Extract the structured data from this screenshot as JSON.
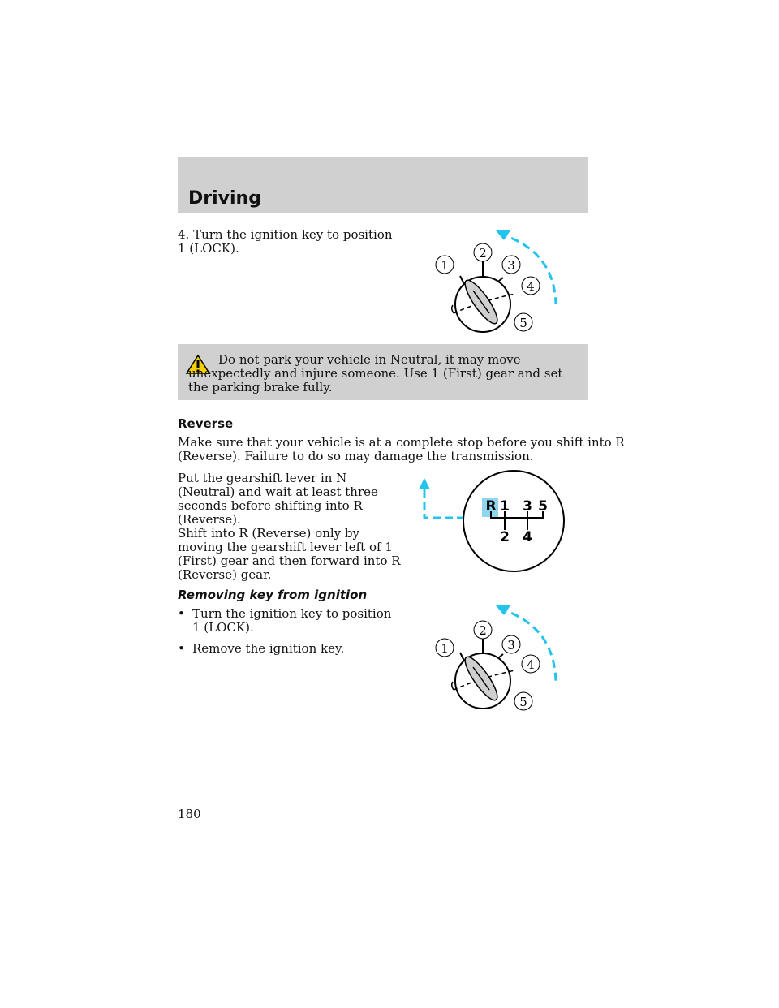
{
  "header": {
    "title": "Driving"
  },
  "step4": {
    "text_line1": "4. Turn the ignition key to position",
    "text_line2": "1 (LOCK)."
  },
  "ignition_diagram": {
    "positions": [
      "1",
      "2",
      "3",
      "4",
      "5"
    ]
  },
  "warning": {
    "icon": "warning-triangle-icon",
    "text": "Do not park your vehicle in Neutral, it may move unexpectedly and injure someone. Use 1 (First) gear and set the parking brake fully."
  },
  "reverse": {
    "heading": "Reverse",
    "intro_line1": "Make sure that your vehicle is at a complete stop before you shift into R",
    "intro_line2": "(Reverse). Failure to do so may damage the transmission.",
    "p2_lines": [
      "Put the gearshift lever in N",
      "(Neutral) and wait at least three",
      "seconds before shifting into R",
      "(Reverse)."
    ],
    "p3_lines": [
      "Shift into R (Reverse) only by",
      "moving the gearshift lever left of 1",
      "(First) gear and then forward into R",
      "(Reverse) gear."
    ]
  },
  "gear_pattern": {
    "top_row": [
      "R",
      "1",
      "3",
      "5"
    ],
    "bottom_row": [
      "2",
      "4"
    ],
    "highlight_color": "#0ea5d8"
  },
  "removing_key": {
    "heading": "Removing key from ignition",
    "bullet_char": "•",
    "bullets": [
      [
        "Turn the ignition key to position",
        "1 (LOCK)."
      ],
      [
        "Remove the ignition key."
      ]
    ]
  },
  "page_number": "180",
  "colors": {
    "header_bg": "#d0d0d0",
    "arrow_cyan": "#22c4ee"
  }
}
